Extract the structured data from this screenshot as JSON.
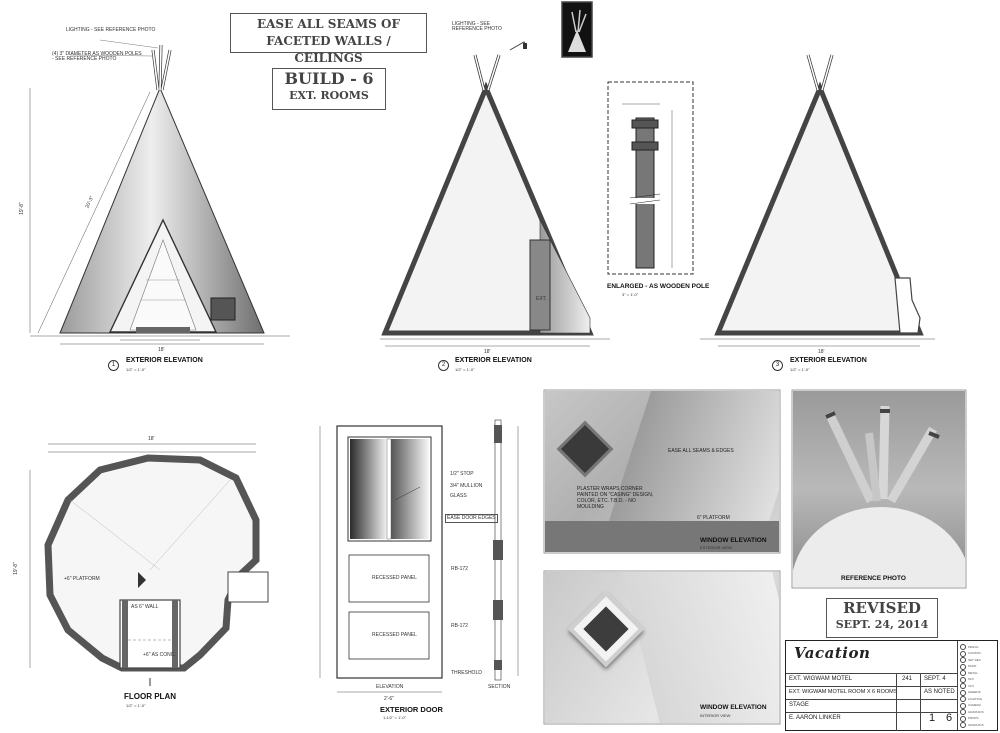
{
  "header": {
    "seams_note": "EASE ALL SEAMS OF FACETED WALLS / CEILINGS",
    "build_title": "BUILD - 6",
    "build_subtitle": "EXT. ROOMS"
  },
  "elevation1": {
    "title": "EXTERIOR ELEVATION",
    "number": "1",
    "scale": "1/2\" = 1'-0\"",
    "note_lighting": "LIGHTING - SEE REFERENCE PHOTO",
    "note_poles": "(4) 3\" DIAMETER AS WOODEN POLES - SEE REFERENCE PHOTO",
    "height_dim": "19'-8\"",
    "slope_dim": "20'-3\"",
    "overall_width": "18'"
  },
  "elevation2": {
    "title": "EXTERIOR ELEVATION",
    "number": "2",
    "scale": "1/2\" = 1'-0\"",
    "note_lighting": "LIGHTING - SEE REFERENCE PHOTO",
    "ext_label": "EXT.",
    "overall_width": "18'"
  },
  "elevation3": {
    "title": "EXTERIOR ELEVATION",
    "number": "3",
    "scale": "1/2\" = 1'-0\"",
    "overall_width": "18'"
  },
  "pole_detail": {
    "title": "ENLARGED - AS WOODEN POLE",
    "scale": "3\" = 1'-0\""
  },
  "floor_plan": {
    "title": "FLOOR PLAN",
    "scale": "1/2\" = 1'-0\"",
    "platform_label": "+6\" PLATFORM",
    "wall_label": "AS 6\" WALL",
    "conc_label": "+6\" AS CONC.",
    "overall_width": "18'",
    "overall_height": "19'-8\""
  },
  "door": {
    "title": "EXTERIOR DOOR",
    "scale": "1-1/2\" = 1'-0\"",
    "stop": "1/2\" STOP",
    "mullion": "3/4\" MULLION",
    "glass": "GLASS",
    "ease": "EASE DOOR EDGES",
    "panel_upper": "RECESSED PANEL",
    "panel_lower": "RECESSED PANEL",
    "rb_upper": "RB-172",
    "rb_lower": "RB-172",
    "threshold": "THRESHOLD",
    "elevation_label": "ELEVATION",
    "section_label": "SECTION",
    "width_dim": "2'-6\""
  },
  "window_render_top": {
    "note1": "EASE ALL SEAMS & EDGES",
    "note2": "PLASTER WRAPS CORNER PAINTED ON \"CASING\" DESIGN, COLOR, ETC. T.B.D. - NO MOULDING",
    "note3": "6\" PLATFORM",
    "title": "WINDOW ELEVATION",
    "subtitle": "EXTERIOR VIEW"
  },
  "window_render_bottom": {
    "title": "WINDOW ELEVATION",
    "subtitle": "INTERIOR VIEW"
  },
  "reference_photo": {
    "title": "REFERENCE PHOTO"
  },
  "revised": {
    "title": "REVISED",
    "date": "SEPT. 24, 2014"
  },
  "title_block": {
    "logo": "Vacation",
    "set_name": "EXT. WIGWAM MOTEL",
    "set_number": "241",
    "date": "SEPT. 4",
    "drawing_title": "EXT. WIGWAM MOTEL ROOM X 6 ROOMS",
    "scale": "AS NOTED",
    "location": "STAGE",
    "drawn_by": "E. AARON LINKER",
    "sheet": "1",
    "of": "6",
    "checklist": [
      "PENCIL",
      "CONSTR.",
      "SET DEC",
      "PAINT",
      "METAL",
      "SFX",
      "VFX",
      "GREENS",
      "LIGHTING",
      "CAMERA",
      "GRAPHICS",
      "PROPS",
      "GRAPHICS"
    ]
  }
}
